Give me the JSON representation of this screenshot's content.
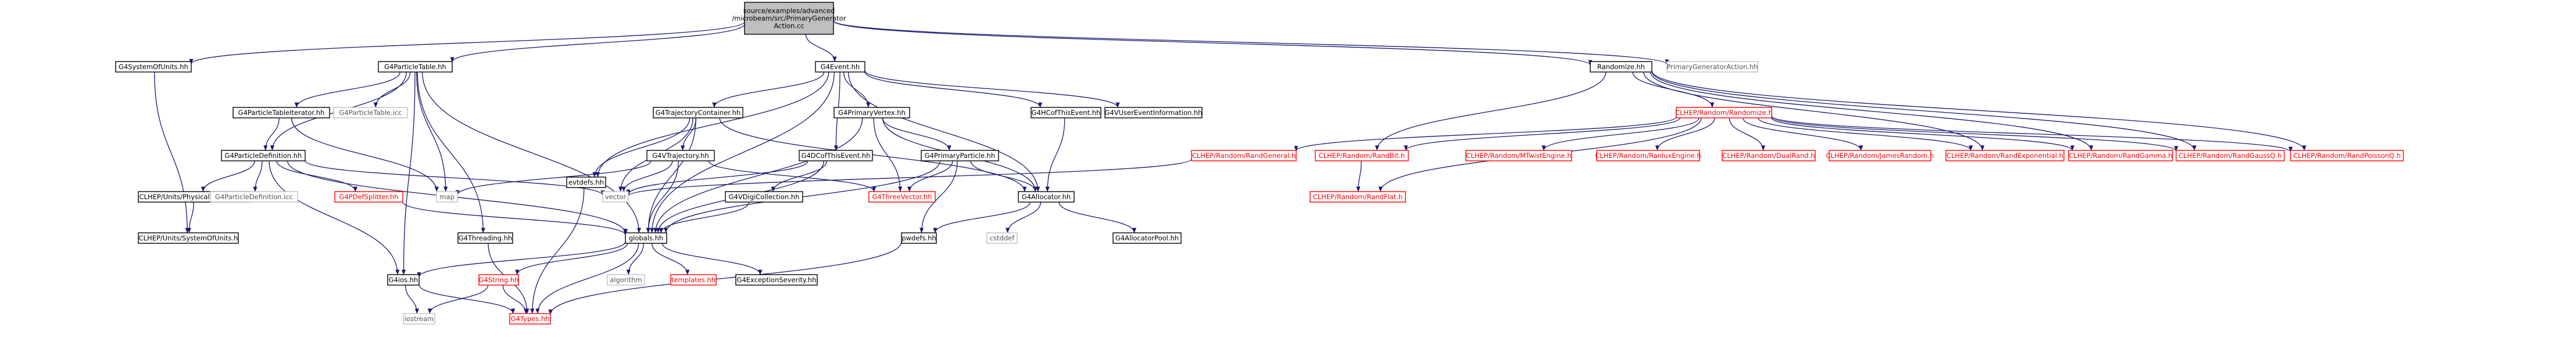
{
  "colors": {
    "edge": "#191970",
    "normal_border": "#000000",
    "normal_text": "#000000",
    "missing_border": "#bfbfbf",
    "missing_text": "#555555",
    "red_border": "#ff0000",
    "red_text": "#ff0000",
    "root_fill": "#bfbfbf",
    "fill": "#ffffff"
  },
  "nodes": [
    {
      "id": "root",
      "lines": [
        "source/examples/advanced",
        "/microbeam/src/PrimaryGenerator",
        "Action.cc"
      ],
      "style": "root"
    },
    {
      "id": "g4sysunits",
      "lines": [
        "G4SystemOfUnits.hh"
      ],
      "style": "normal"
    },
    {
      "id": "g4ptable",
      "lines": [
        "G4ParticleTable.hh"
      ],
      "style": "normal"
    },
    {
      "id": "g4event",
      "lines": [
        "G4Event.hh"
      ],
      "style": "normal"
    },
    {
      "id": "randomize",
      "lines": [
        "Randomize.hh"
      ],
      "style": "normal"
    },
    {
      "id": "pgaction",
      "lines": [
        "PrimaryGeneratorAction.hh"
      ],
      "style": "missing"
    },
    {
      "id": "g4ptableiter",
      "lines": [
        "G4ParticleTableIterator.hh"
      ],
      "style": "normal"
    },
    {
      "id": "g4ptableicc",
      "lines": [
        "G4ParticleTable.icc"
      ],
      "style": "missing"
    },
    {
      "id": "g4trajcont",
      "lines": [
        "G4TrajectoryContainer.hh"
      ],
      "style": "normal"
    },
    {
      "id": "g4primvertex",
      "lines": [
        "G4PrimaryVertex.hh"
      ],
      "style": "normal"
    },
    {
      "id": "g4hcofthis",
      "lines": [
        "G4HCofThisEvent.hh"
      ],
      "style": "normal"
    },
    {
      "id": "g4vuserinfo",
      "lines": [
        "G4VUserEventInformation.hh"
      ],
      "style": "normal"
    },
    {
      "id": "clheprandomize",
      "lines": [
        "CLHEP/Random/Randomize.h"
      ],
      "style": "red"
    },
    {
      "id": "g4pdef",
      "lines": [
        "G4ParticleDefinition.hh"
      ],
      "style": "normal"
    },
    {
      "id": "evtdefs",
      "lines": [
        "evtdefs.hh"
      ],
      "style": "normal"
    },
    {
      "id": "g4vtraj",
      "lines": [
        "G4VTrajectory.hh"
      ],
      "style": "normal"
    },
    {
      "id": "g4dcofthis",
      "lines": [
        "G4DCofThisEvent.hh"
      ],
      "style": "normal"
    },
    {
      "id": "g4primparticle",
      "lines": [
        "G4PrimaryParticle.hh"
      ],
      "style": "normal"
    },
    {
      "id": "randgeneral",
      "lines": [
        "CLHEP/Random/RandGeneral.h"
      ],
      "style": "red"
    },
    {
      "id": "randbit",
      "lines": [
        "CLHEP/Random/RandBit.h"
      ],
      "style": "red"
    },
    {
      "id": "mtwist",
      "lines": [
        "CLHEP/Random/MTwistEngine.h"
      ],
      "style": "red"
    },
    {
      "id": "ranluxe",
      "lines": [
        "CLHEP/Random/RanluxEngine.h"
      ],
      "style": "red"
    },
    {
      "id": "dualrand",
      "lines": [
        "CLHEP/Random/DualRand.h"
      ],
      "style": "red"
    },
    {
      "id": "jamesrand",
      "lines": [
        "CLHEP/Random/JamesRandom.h"
      ],
      "style": "red"
    },
    {
      "id": "randexp",
      "lines": [
        "CLHEP/Random/RandExponential.h"
      ],
      "style": "red"
    },
    {
      "id": "randgamma",
      "lines": [
        "CLHEP/Random/RandGamma.h"
      ],
      "style": "red"
    },
    {
      "id": "randgaussq",
      "lines": [
        "CLHEP/Random/RandGaussQ.h"
      ],
      "style": "red"
    },
    {
      "id": "randpoisson",
      "lines": [
        "CLHEP/Random/RandPoissonQ.h"
      ],
      "style": "red"
    },
    {
      "id": "physconst",
      "lines": [
        "CLHEP/Units/PhysicalConstants.h"
      ],
      "style": "normal"
    },
    {
      "id": "g4pdeficc",
      "lines": [
        "G4ParticleDefinition.icc"
      ],
      "style": "missing"
    },
    {
      "id": "g4pdefsplit",
      "lines": [
        "G4PDefSplitter.hh"
      ],
      "style": "red"
    },
    {
      "id": "map",
      "lines": [
        "map"
      ],
      "style": "missing"
    },
    {
      "id": "vector",
      "lines": [
        "vector"
      ],
      "style": "missing"
    },
    {
      "id": "g4vdigicoll",
      "lines": [
        "G4VDigiCollection.hh"
      ],
      "style": "normal"
    },
    {
      "id": "g4threevec",
      "lines": [
        "G4ThreeVector.hh"
      ],
      "style": "red"
    },
    {
      "id": "g4allocator",
      "lines": [
        "G4Allocator.hh"
      ],
      "style": "normal"
    },
    {
      "id": "randflat",
      "lines": [
        "CLHEP/Random/RandFlat.h"
      ],
      "style": "red"
    },
    {
      "id": "clhepsysunits",
      "lines": [
        "CLHEP/Units/SystemOfUnits.h"
      ],
      "style": "normal"
    },
    {
      "id": "g4threading",
      "lines": [
        "G4Threading.hh"
      ],
      "style": "normal"
    },
    {
      "id": "globals",
      "lines": [
        "globals.hh"
      ],
      "style": "normal"
    },
    {
      "id": "pwdefs",
      "lines": [
        "pwdefs.hh"
      ],
      "style": "normal"
    },
    {
      "id": "cstddef",
      "lines": [
        "cstddef"
      ],
      "style": "missing"
    },
    {
      "id": "g4allocpool",
      "lines": [
        "G4AllocatorPool.hh"
      ],
      "style": "normal"
    },
    {
      "id": "g4ios",
      "lines": [
        "G4ios.hh"
      ],
      "style": "normal"
    },
    {
      "id": "g4string",
      "lines": [
        "G4String.hh"
      ],
      "style": "red"
    },
    {
      "id": "algorithm",
      "lines": [
        "algorithm"
      ],
      "style": "missing"
    },
    {
      "id": "templates",
      "lines": [
        "templates.hh"
      ],
      "style": "red"
    },
    {
      "id": "g4exception",
      "lines": [
        "G4ExceptionSeverity.hh"
      ],
      "style": "normal"
    },
    {
      "id": "iostream",
      "lines": [
        "iostream"
      ],
      "style": "missing"
    },
    {
      "id": "g4types",
      "lines": [
        "G4Types.hh"
      ],
      "style": "red"
    }
  ],
  "edges": [
    [
      "root",
      "g4sysunits"
    ],
    [
      "root",
      "g4ptable"
    ],
    [
      "root",
      "g4event"
    ],
    [
      "root",
      "randomize"
    ],
    [
      "root",
      "pgaction"
    ],
    [
      "g4sysunits",
      "clhepsysunits"
    ],
    [
      "g4ptable",
      "g4ptableiter"
    ],
    [
      "g4ptable",
      "g4ptableicc"
    ],
    [
      "g4ptable",
      "g4pdef"
    ],
    [
      "g4ptable",
      "map"
    ],
    [
      "g4ptable",
      "g4threading"
    ],
    [
      "g4ptable",
      "globals"
    ],
    [
      "g4ptable",
      "g4ios"
    ],
    [
      "g4ptableiter",
      "g4pdef"
    ],
    [
      "g4ptableiter",
      "map"
    ],
    [
      "g4pdef",
      "physconst"
    ],
    [
      "g4pdef",
      "g4pdeficc"
    ],
    [
      "g4pdef",
      "g4pdefsplit"
    ],
    [
      "g4pdef",
      "vector"
    ],
    [
      "g4pdef",
      "globals"
    ],
    [
      "g4pdef",
      "g4ios"
    ],
    [
      "physconst",
      "clhepsysunits"
    ],
    [
      "g4pdefsplit",
      "globals"
    ],
    [
      "g4event",
      "evtdefs"
    ],
    [
      "g4event",
      "g4trajcont"
    ],
    [
      "g4event",
      "g4primvertex"
    ],
    [
      "g4event",
      "g4hcofthis"
    ],
    [
      "g4event",
      "g4vuserinfo"
    ],
    [
      "g4event",
      "g4dcofthis"
    ],
    [
      "g4event",
      "g4allocator"
    ],
    [
      "g4event",
      "globals"
    ],
    [
      "evtdefs",
      "g4types"
    ],
    [
      "g4trajcont",
      "evtdefs"
    ],
    [
      "g4trajcont",
      "g4vtraj"
    ],
    [
      "g4trajcont",
      "vector"
    ],
    [
      "g4trajcont",
      "g4allocator"
    ],
    [
      "g4trajcont",
      "globals"
    ],
    [
      "g4vtraj",
      "globals"
    ],
    [
      "g4vtraj",
      "vector"
    ],
    [
      "g4vtraj",
      "map"
    ],
    [
      "g4vtraj",
      "g4threevec"
    ],
    [
      "g4primvertex",
      "g4primparticle"
    ],
    [
      "g4primvertex",
      "g4threevec"
    ],
    [
      "g4primvertex",
      "g4allocator"
    ],
    [
      "g4primvertex",
      "globals"
    ],
    [
      "g4primparticle",
      "globals"
    ],
    [
      "g4primparticle",
      "g4threevec"
    ],
    [
      "g4primparticle",
      "g4allocator"
    ],
    [
      "g4primparticle",
      "pwdefs"
    ],
    [
      "g4dcofthis",
      "g4vdigicoll"
    ],
    [
      "g4dcofthis",
      "vector"
    ],
    [
      "g4dcofthis",
      "globals"
    ],
    [
      "g4vdigicoll",
      "globals"
    ],
    [
      "g4hcofthis",
      "g4allocator"
    ],
    [
      "g4allocator",
      "cstddef"
    ],
    [
      "g4allocator",
      "pwdefs"
    ],
    [
      "g4allocator",
      "g4allocpool"
    ],
    [
      "g4threading",
      "g4types"
    ],
    [
      "globals",
      "g4ios"
    ],
    [
      "globals",
      "algorithm"
    ],
    [
      "globals",
      "templates"
    ],
    [
      "globals",
      "g4exception"
    ],
    [
      "globals",
      "g4string"
    ],
    [
      "globals",
      "g4types"
    ],
    [
      "pwdefs",
      "g4types"
    ],
    [
      "g4ios",
      "g4types"
    ],
    [
      "g4ios",
      "iostream"
    ],
    [
      "g4string",
      "g4types"
    ],
    [
      "g4string",
      "iostream"
    ],
    [
      "randomize",
      "clheprandomize"
    ],
    [
      "randomize",
      "randbit"
    ],
    [
      "randomize",
      "randexp"
    ],
    [
      "randomize",
      "randgamma"
    ],
    [
      "randomize",
      "randgaussq"
    ],
    [
      "randomize",
      "randpoisson"
    ],
    [
      "clheprandomize",
      "randgeneral"
    ],
    [
      "clheprandomize",
      "randbit"
    ],
    [
      "clheprandomize",
      "mtwist"
    ],
    [
      "clheprandomize",
      "ranluxe"
    ],
    [
      "clheprandomize",
      "dualrand"
    ],
    [
      "clheprandomize",
      "jamesrand"
    ],
    [
      "clheprandomize",
      "randexp"
    ],
    [
      "clheprandomize",
      "randgamma"
    ],
    [
      "clheprandomize",
      "randgaussq"
    ],
    [
      "clheprandomize",
      "randpoisson"
    ],
    [
      "clheprandomize",
      "randflat"
    ],
    [
      "randgeneral",
      "vector"
    ],
    [
      "randbit",
      "randflat"
    ]
  ]
}
